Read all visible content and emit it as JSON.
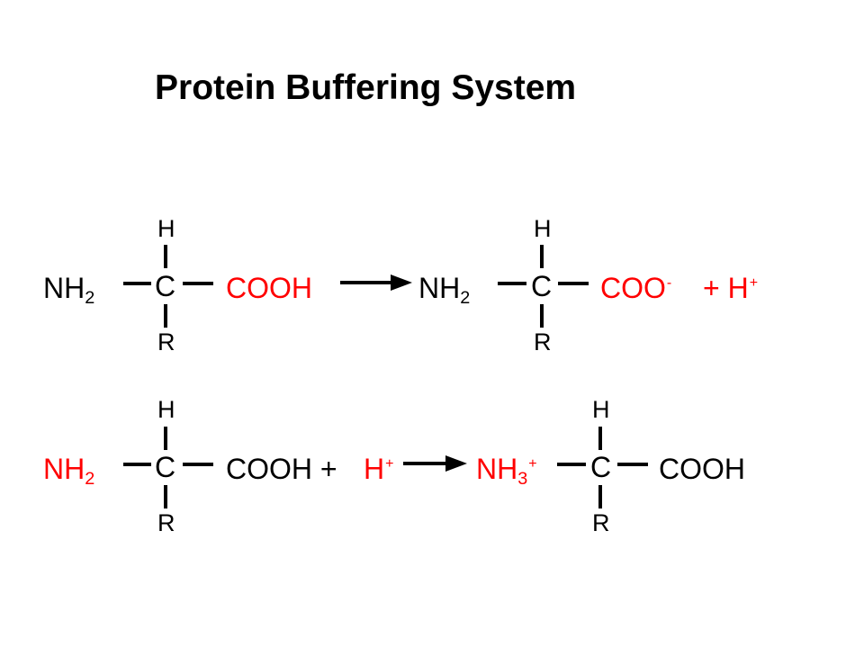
{
  "title": "Protein Buffering System",
  "colors": {
    "text": "#000000",
    "highlight": "#ff0000",
    "background": "#ffffff"
  },
  "reaction1": {
    "reactant": {
      "h": "H",
      "amine": "NH",
      "amine_sub": "2",
      "carbon": "C",
      "carboxyl": "COOH",
      "r": "R"
    },
    "product": {
      "h": "H",
      "amine": "NH",
      "amine_sub": "2",
      "carbon": "C",
      "carboxylate": "COO",
      "carboxylate_sup": "-",
      "plus": "+ H",
      "proton_sup": "+",
      "r": "R"
    }
  },
  "reaction2": {
    "reactant": {
      "h": "H",
      "amine": "NH",
      "amine_sub": "2",
      "carbon": "C",
      "carboxyl": "COOH +",
      "proton": "H",
      "proton_sup": "+",
      "r": "R"
    },
    "product": {
      "h": "H",
      "amine": "NH",
      "amine_sub": "3",
      "amine_sup": "+",
      "carbon": "C",
      "carboxyl": "COOH",
      "r": "R"
    }
  }
}
